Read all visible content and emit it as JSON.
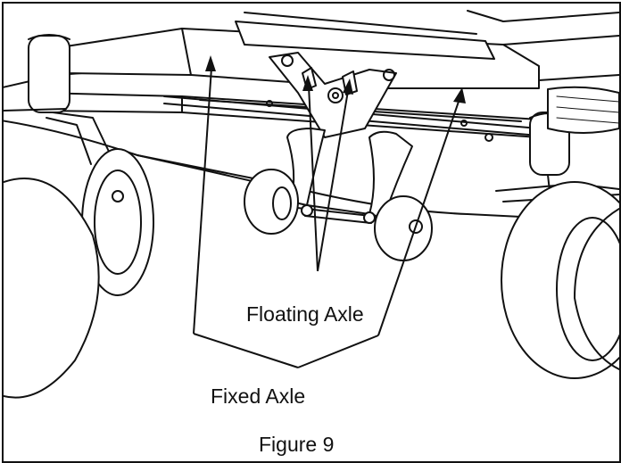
{
  "callouts": {
    "floating_axle": "Floating Axle",
    "fixed_axle": "Fixed Axle"
  },
  "caption": "Figure 9",
  "colors": {
    "line": "#111111",
    "background": "#ffffff",
    "hatch": "#555555"
  }
}
